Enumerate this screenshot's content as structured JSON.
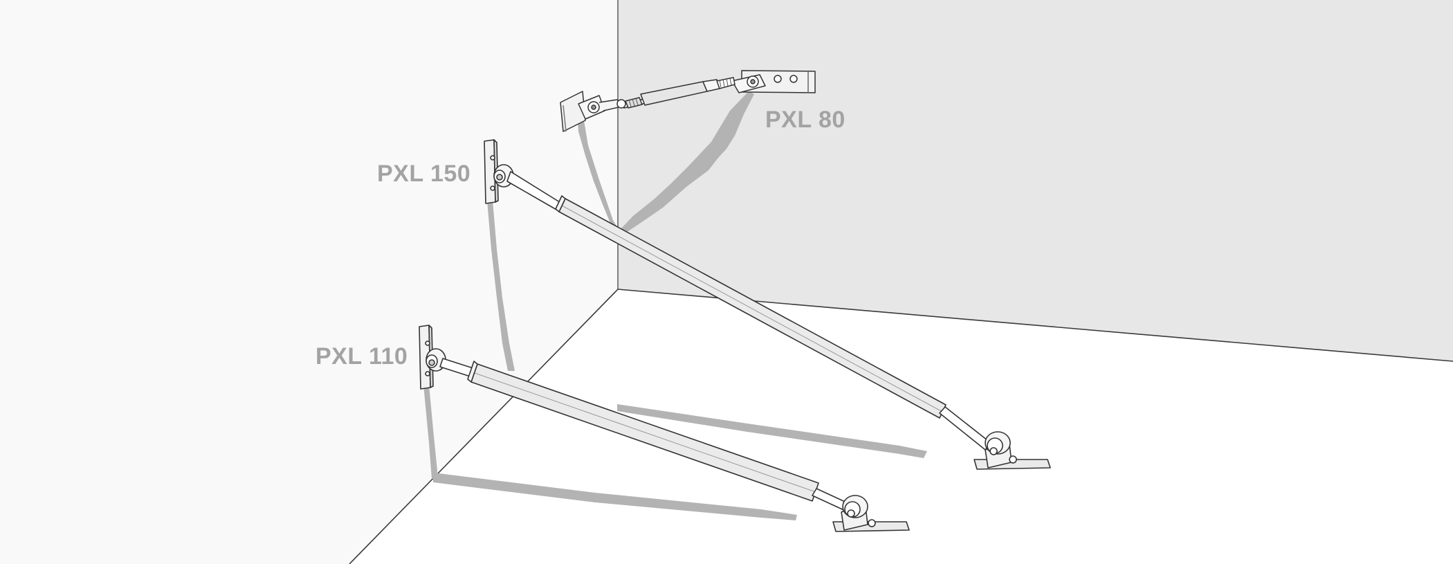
{
  "labels": {
    "pxl80": "PXL 80",
    "pxl150": "PXL 150",
    "pxl110": "PXL 110"
  },
  "colors": {
    "left_wall": "#f9f9f9",
    "back_wall": "#e7e7e7",
    "floor": "#ffffff",
    "shadow": "#b3b3b3",
    "tube_fill": "#ebebeb",
    "outline": "#333333",
    "label_text": "#a3a3a3"
  },
  "components": [
    {
      "name": "PXL 80",
      "type": "turnbuckle-brace",
      "mount": "wall-to-wall"
    },
    {
      "name": "PXL 150",
      "type": "telescopic-brace",
      "mount": "wall-to-floor"
    },
    {
      "name": "PXL 110",
      "type": "telescopic-brace",
      "mount": "wall-to-floor"
    }
  ]
}
